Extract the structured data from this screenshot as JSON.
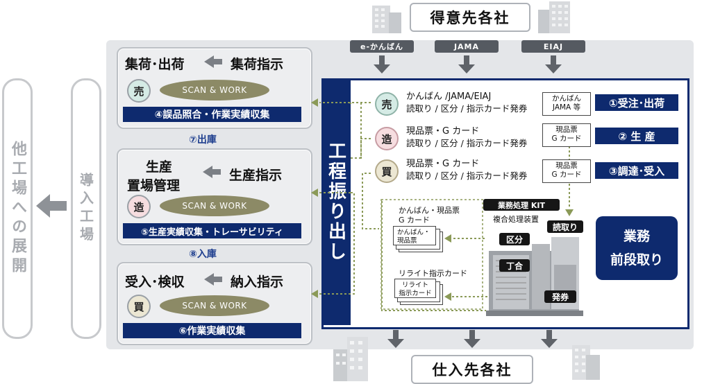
{
  "customers_label": "得意先各社",
  "suppliers_label": "仕入先各社",
  "other_plants": "他工場への展開",
  "intro_plant": "導入工場",
  "sources": [
    "e-かんばん",
    "JAMA",
    "EIAJ"
  ],
  "process_title": "工程振り出し",
  "left_sections": [
    {
      "title": "集荷･出荷",
      "instruction": "集荷指示",
      "circle": "売",
      "scan": "SCAN & WORK",
      "bar": "④誤品照合・作業実績収集"
    },
    {
      "title_line1": "生産",
      "title_line2": "置場管理",
      "instruction": "生産指示",
      "circle": "造",
      "scan": "SCAN & WORK",
      "bar": "⑤生産実績収集・トレーサビリティ"
    },
    {
      "title": "受入･検収",
      "instruction": "納入指示",
      "circle": "買",
      "scan": "SCAN & WORK",
      "bar": "⑥作業実績収集"
    }
  ],
  "between_labels": [
    "⑦出庫",
    "⑧入庫"
  ],
  "rows": [
    {
      "circle": "売",
      "line1": "かんばん /JAMA/EIAJ",
      "line2": "読取り / 区分 / 指示カード発券",
      "box_line1": "かんばん",
      "box_line2": "JAMA 等",
      "right": "①受注･出荷"
    },
    {
      "circle": "造",
      "line1": "現品票・G カード",
      "line2": "読取り / 区分 / 指示カード発券",
      "box_line1": "現品票",
      "box_line2": "G カード",
      "right": "② 生 産"
    },
    {
      "circle": "買",
      "line1": "現品票・G カード",
      "line2": "読取り / 区分 / 指示カード発券",
      "box_line1": "現品票",
      "box_line2": "G カード",
      "right": "③調達･受入"
    }
  ],
  "kit_label": "業務処理 KIT",
  "machine_label": "複合処理装置",
  "machine_buttons": {
    "read": "読取り",
    "sort": "区分",
    "collate": "丁合",
    "issue": "発券"
  },
  "doc_group1_label_line1": "かんばん・現品票",
  "doc_group1_label_line2": "G カード",
  "doc_card1_line1": "かんばん・",
  "doc_card1_line2": "現品票",
  "doc_group2_label": "リライト指示カード",
  "doc_card2_line1": "リライト",
  "doc_card2_line2": "指示カード",
  "gyomu_line1": "業務",
  "gyomu_line2": "前段取り",
  "colors": {
    "navy": "#0e2a6e",
    "olive": "#8c8a66",
    "gray": "#5f6369",
    "dotted": "#8b9a58"
  }
}
